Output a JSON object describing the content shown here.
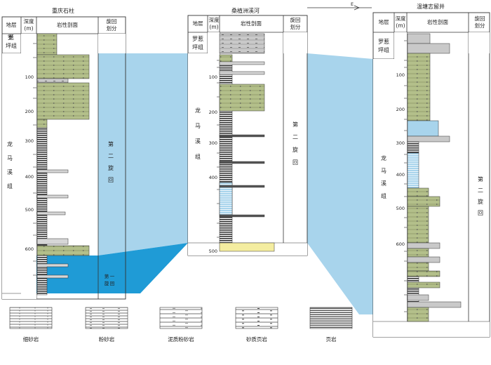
{
  "colors": {
    "sea": "#a8d4ec",
    "sea_dark": "#1f9bd6",
    "sand_green": "#b3bf8a",
    "shale_grey": "#c9c9c9",
    "shale_dark": "#3a3a3a",
    "yellow": "#f4eda0"
  },
  "compass": "E",
  "wells": [
    {
      "title": "重庆石柱",
      "header": {
        "strata": "地层",
        "depth_a": "深度",
        "depth_b": "(m)",
        "lith": "岩性剖面",
        "cycle_a": "旋回",
        "cycle_b": "划分"
      },
      "upper_formation": [
        "罗",
        "惹",
        "坪",
        "组"
      ],
      "main_formation": [
        "龙",
        "马",
        "溪",
        "组"
      ],
      "cycle_main": [
        "第",
        "二",
        "旋",
        "回"
      ],
      "cycle_lower": [
        "第",
        "一",
        "旋",
        "回"
      ],
      "depth_ticks": [
        "100",
        "200",
        "300",
        "400",
        "500",
        "600"
      ]
    },
    {
      "title": "桑植洲溪河",
      "header": {
        "strata": "地层",
        "depth_a": "深度",
        "depth_b": "(m)",
        "lith": "岩性剖面",
        "cycle_a": "旋回",
        "cycle_b": "划分"
      },
      "upper_formation": [
        "罗",
        "惹",
        "坪",
        "组"
      ],
      "main_formation": [
        "龙",
        "马",
        "溪",
        "组"
      ],
      "cycle_main": [
        "第",
        "二",
        "旋",
        "回"
      ],
      "depth_ticks": [
        "100",
        "200",
        "300",
        "400",
        "500"
      ]
    },
    {
      "title": "温塘志留井",
      "header": {
        "strata": "地层",
        "depth_a": "深度",
        "depth_b": "(m)",
        "lith": "岩性剖面",
        "cycle_a": "旋回",
        "cycle_b": "划分"
      },
      "upper_formation": [
        "罗",
        "惹",
        "坪",
        "组"
      ],
      "main_formation": [
        "龙",
        "马",
        "溪",
        "组"
      ],
      "cycle_main": [
        "第",
        "二",
        "旋",
        "回"
      ],
      "depth_ticks": [
        "100",
        "200",
        "300",
        "400",
        "500",
        "600"
      ]
    }
  ],
  "legend": [
    {
      "pattern": "fine_sand",
      "label": "细砂岩"
    },
    {
      "pattern": "silt",
      "label": "粉砂岩"
    },
    {
      "pattern": "muddy_silt",
      "label": "泥质粉砂岩"
    },
    {
      "pattern": "sandy_shale",
      "label": "砂质页岩"
    },
    {
      "pattern": "shale",
      "label": "页岩"
    }
  ]
}
